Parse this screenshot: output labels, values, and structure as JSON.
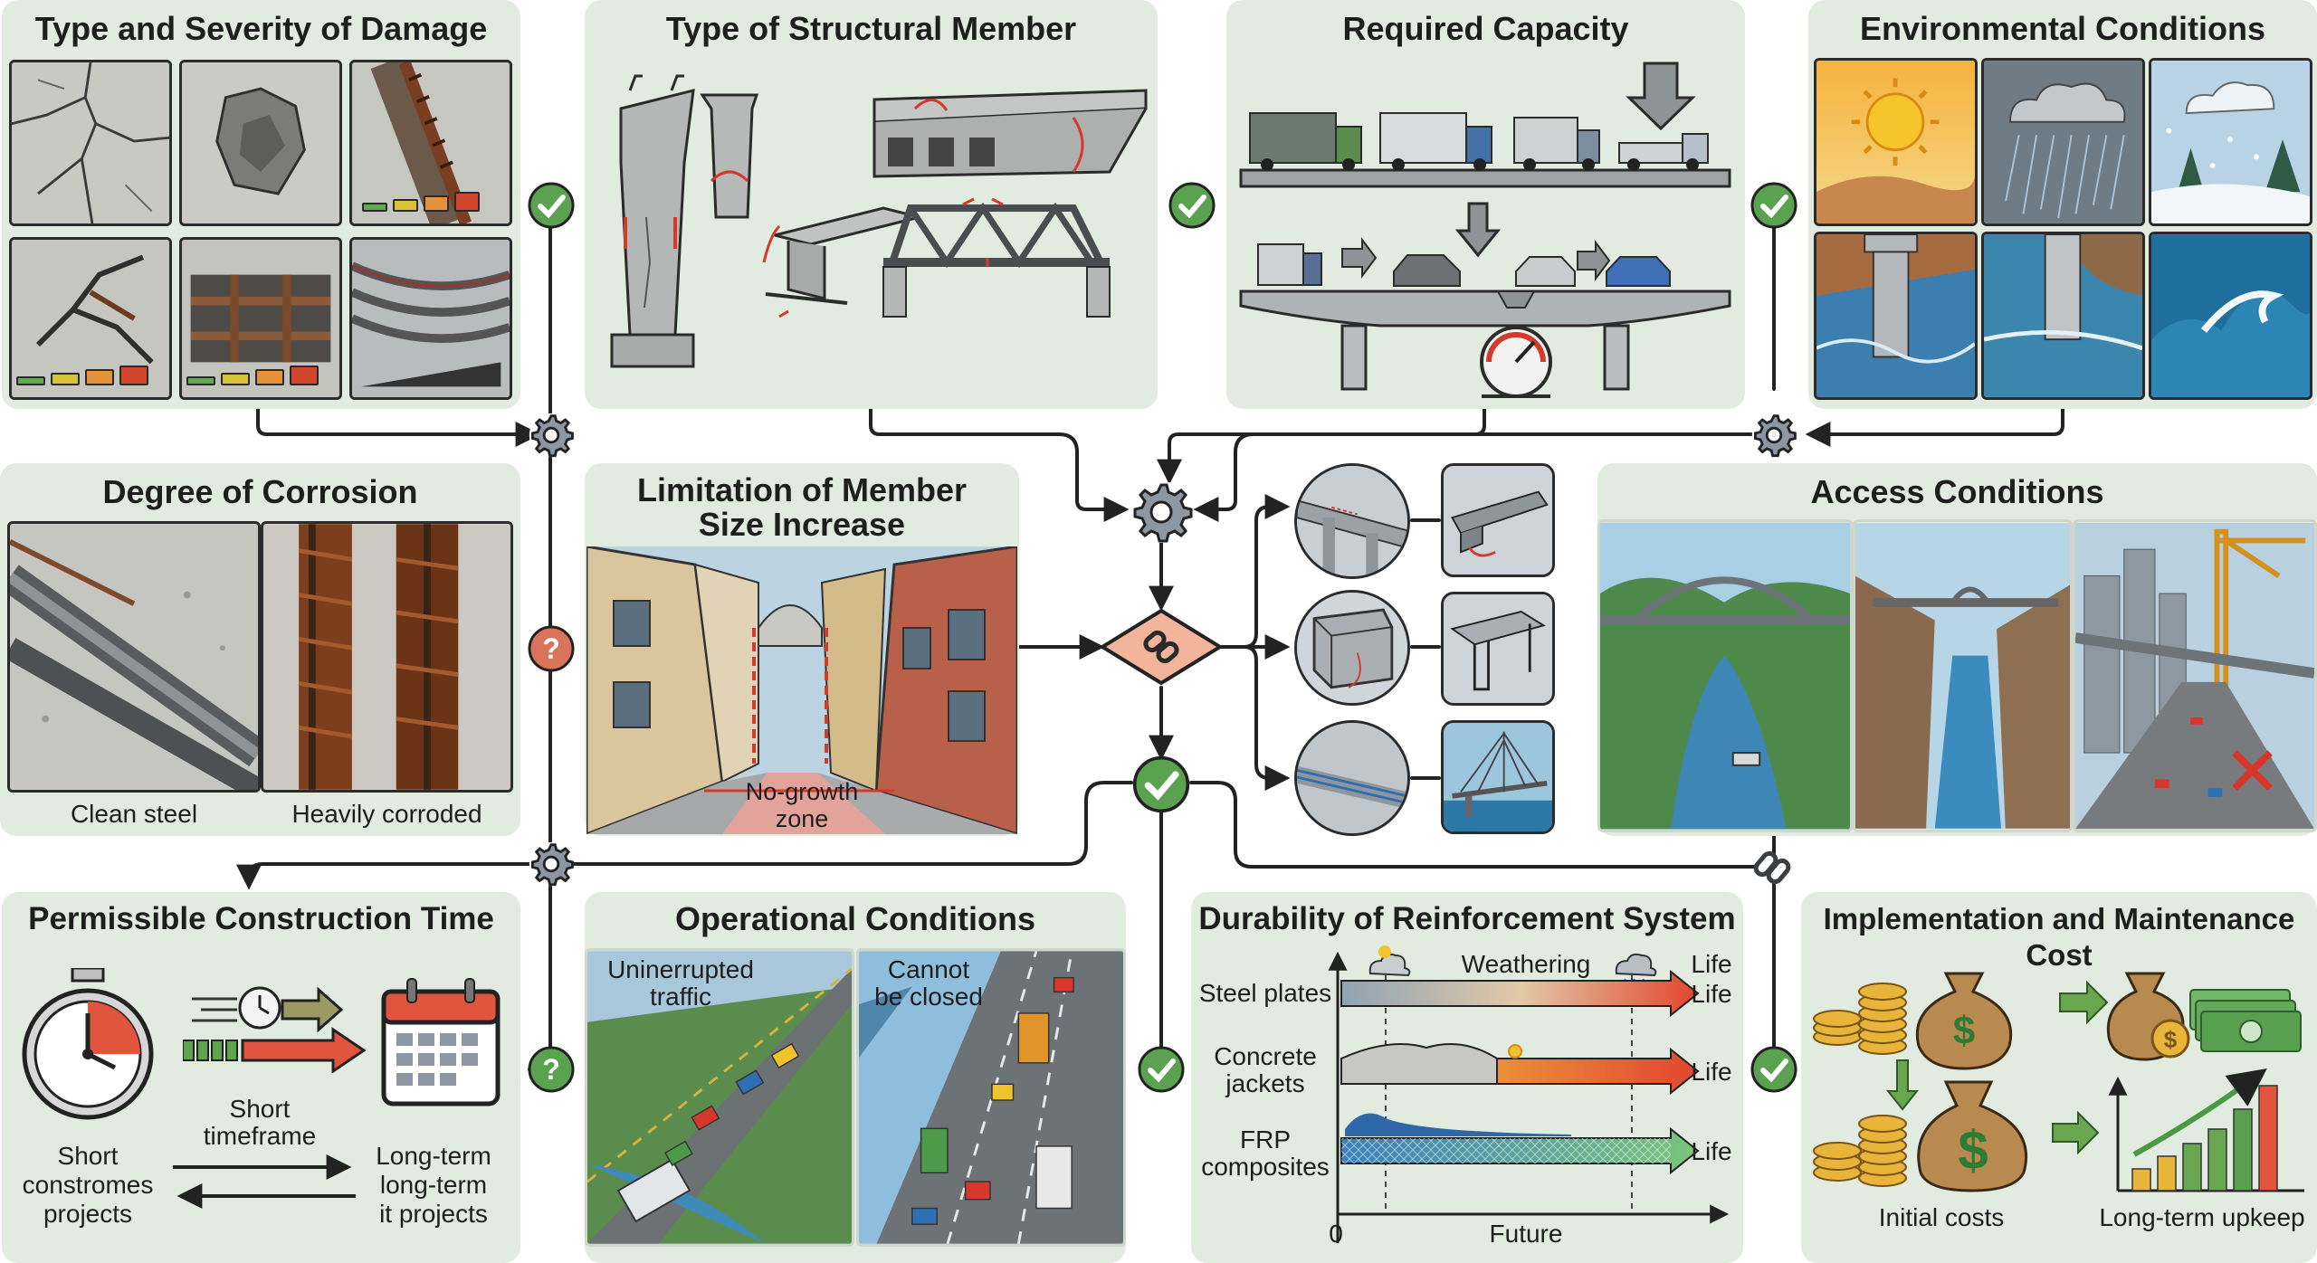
{
  "panels": {
    "damage": {
      "title": "Type and Severity of Damage"
    },
    "member": {
      "title": "Type of Structural Member"
    },
    "capacity": {
      "title": "Required Capacity"
    },
    "environment": {
      "title": "Environmental Conditions"
    },
    "corrosion": {
      "title": "Degree of Corrosion",
      "labels": [
        "Clean steel",
        "Heavily corroded"
      ]
    },
    "limitation": {
      "title_line1": "Limitation of Member",
      "title_line2": "Size Increase",
      "zone_line1": "No-growth",
      "zone_line2": "zone"
    },
    "access": {
      "title": "Access Conditions"
    },
    "time": {
      "title": "Permissible Construction Time",
      "short_line1": "Short",
      "short_line2": "timeframe",
      "left_line1": "Short",
      "left_line2": "constromes",
      "left_line3": "projects",
      "right_line1": "Long-term",
      "right_line2": "long-term",
      "right_line3": "it projects"
    },
    "operational": {
      "title": "Operational Conditions",
      "left_line1": "Uninerrupted",
      "left_line2": "traffic",
      "right_line1": "Cannot",
      "right_line2": "be closed"
    },
    "durability": {
      "title": "Durability of Reinforcement System",
      "weathering": "Weathering",
      "life": "Life",
      "rows": [
        "Steel plates",
        "Concrete",
        "jackets",
        "FRP",
        "composites"
      ],
      "axis_zero": "0",
      "axis_future": "Future"
    },
    "cost": {
      "title": "Implementation and Maintenance Cost",
      "initial": "Initial costs",
      "upkeep": "Long-term upkeep"
    }
  },
  "colors": {
    "panel_bg": "#e2ebe0",
    "check_green": "#5aa24f",
    "question_red": "#d9735a",
    "gear_gray": "#8d96a3",
    "link_diamond": "#f2b49a",
    "severity": [
      "#5cab4d",
      "#d9c13b",
      "#e3913a",
      "#d4452e"
    ]
  },
  "icons": [
    "check-icon",
    "gear-icon",
    "question-icon",
    "link-icon",
    "chain-link-icon",
    "currency-icon"
  ]
}
